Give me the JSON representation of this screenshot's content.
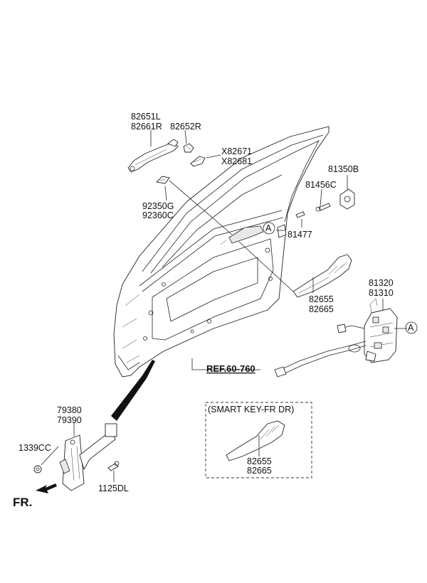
{
  "labels": {
    "handle_l": "82651L",
    "handle_r": "82661R",
    "cover": "82652R",
    "cover_opt_1": "X82671",
    "cover_opt_2": "X82681",
    "clip_1": "92350G",
    "clip_2": "92360C",
    "striker": "81350B",
    "screw": "81456C",
    "pin": "81477",
    "inner_handle_1": "82655",
    "inner_handle_2": "82665",
    "latch_1": "81320",
    "latch_2": "81310",
    "ref": "REF.60-760",
    "checker_1": "79380",
    "checker_2": "79390",
    "nut": "1339CC",
    "bolt": "1125DL",
    "smart_key_title": "(SMART KEY-FR DR)",
    "smart_handle_1": "82655",
    "smart_handle_2": "82665",
    "marker_a_1": "A",
    "marker_a_2": "A",
    "front": "FR."
  }
}
